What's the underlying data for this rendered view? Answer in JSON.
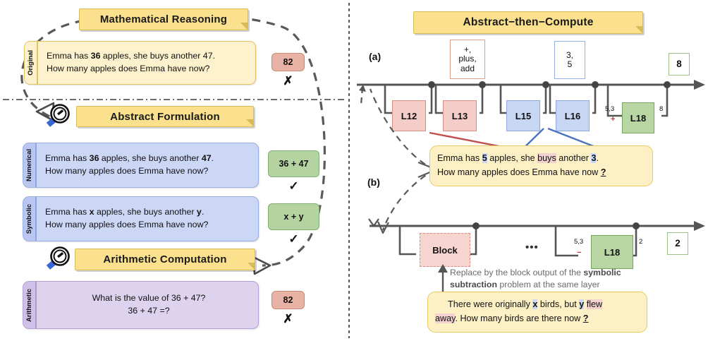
{
  "left_panel": {
    "banners": [
      {
        "id": "mathematical-reasoning",
        "label": "Mathematical Reasoning"
      },
      {
        "id": "abstract-formulation",
        "label": "Abstract Formulation"
      },
      {
        "id": "arithmetic-computation",
        "label": "Arithmetic Computation"
      }
    ],
    "rows": [
      {
        "tag": "Original",
        "line1_pre": "Emma has ",
        "line1_b1": "36",
        "line1_mid": " apples, she buys another 47.",
        "line2": "How many apples does Emma have now?",
        "answer": "82",
        "mark": "✗",
        "mark_kind": "cross",
        "answer_color": "red"
      },
      {
        "tag": "Numerical",
        "line1_pre": "Emma has ",
        "line1_b1": "36",
        "line1_mid": " apples, she buys another ",
        "line1_b2": "47",
        "line1_end": ".",
        "line2": "How many apples does Emma have now?",
        "answer": "36 + 47",
        "mark": "✓",
        "mark_kind": "check",
        "answer_color": "green"
      },
      {
        "tag": "Symbolic",
        "line1_pre": "Emma has ",
        "line1_b1": "x",
        "line1_mid": " apples, she buys another ",
        "line1_b2": "y",
        "line1_end": ".",
        "line2": "How many apples does Emma have now?",
        "answer": "x + y",
        "mark": "✓",
        "mark_kind": "check",
        "answer_color": "green"
      },
      {
        "tag": "Arithmetic",
        "line1": "What is the value of 36 + 47?",
        "line2": "36 + 47 =?",
        "answer": "82",
        "mark": "✗",
        "mark_kind": "cross",
        "answer_color": "red"
      }
    ]
  },
  "right_panel": {
    "banner": "Abstract−then−Compute",
    "panel_a_label": "(a)",
    "panel_b_label": "(b)",
    "vocab_boxes": [
      {
        "id": "op-vocab",
        "lines": [
          "+,",
          "plus,",
          "add"
        ],
        "color": "red"
      },
      {
        "id": "operand-vocab",
        "lines": [
          "3,",
          "5"
        ],
        "color": "blue"
      },
      {
        "id": "result-a",
        "lines": [
          "8"
        ],
        "color": "green"
      }
    ],
    "layers_a": [
      {
        "label": "L12",
        "color": "red"
      },
      {
        "label": "L13",
        "color": "red"
      },
      {
        "label": "L15",
        "color": "blue"
      },
      {
        "label": "L16",
        "color": "blue"
      },
      {
        "label": "L18",
        "color": "green",
        "in_label": "5,3",
        "op": "+",
        "out_label": "8"
      }
    ],
    "layers_b": [
      {
        "label": "Block",
        "color": "dashed-red"
      },
      {
        "label": "L18",
        "color": "green",
        "in_label": "5,3",
        "op": "−",
        "out_label": "2"
      }
    ],
    "ellipsis": "•••",
    "result_b": "2",
    "callout_a": {
      "l1_p1": "Emma has ",
      "l1_hl1": "5",
      "l1_p2": " apples, she ",
      "l1_hl2": "buys",
      "l1_p3": " another ",
      "l1_hl3": "3",
      "l1_p4": ".",
      "l2_p1": "How many apples does Emma have now ",
      "l2_u": "?"
    },
    "callout_b": {
      "l1_p1": "There were originally ",
      "l1_hl1": "x",
      "l1_p2": " birds, but ",
      "l1_hl2": "y",
      "l1_p3": " ",
      "l1_hl3": "flew",
      "l2_hl": "away",
      "l2_p1": ". How many birds are there now ",
      "l2_u": "?"
    },
    "note": {
      "p1": "Replace by the block output of the ",
      "b1": "symbolic",
      "p2": " ",
      "b2": "subtraction",
      "p3": " problem at the same layer"
    }
  },
  "colors": {
    "banner": "#fbe08e",
    "red_box": "#f4cdc9",
    "blue_box": "#c7d6f3",
    "green_box": "#b8d6a4",
    "answer_red": "#e8b3a4",
    "answer_green": "#b5d3a0",
    "callout": "#fdf0c4",
    "axis": "#555555",
    "arrow_red": "#c0504d",
    "arrow_blue": "#4a72c4"
  }
}
